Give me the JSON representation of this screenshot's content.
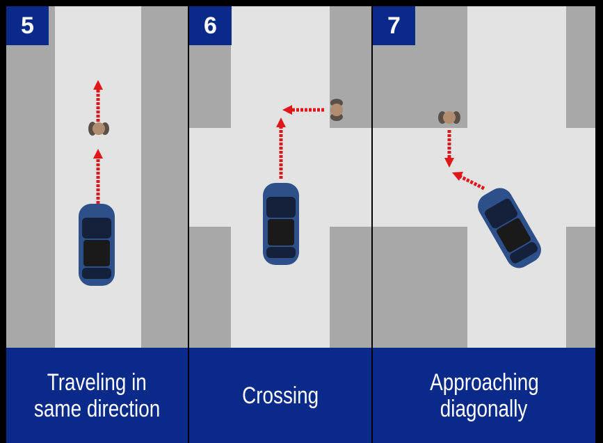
{
  "panels": [
    {
      "number": "5",
      "caption_lines": [
        "Traveling in",
        "same direction"
      ]
    },
    {
      "number": "6",
      "caption_lines": [
        "Crossing"
      ]
    },
    {
      "number": "7",
      "caption_lines": [
        "Approaching",
        "diagonally"
      ]
    }
  ],
  "colors": {
    "badge_blue": "#0a2a8a",
    "road": "#e3e3e3",
    "sidewalk": "#a6a6a6",
    "arrow_red": "#e0161b",
    "car_blue": "#2d4f8a"
  }
}
